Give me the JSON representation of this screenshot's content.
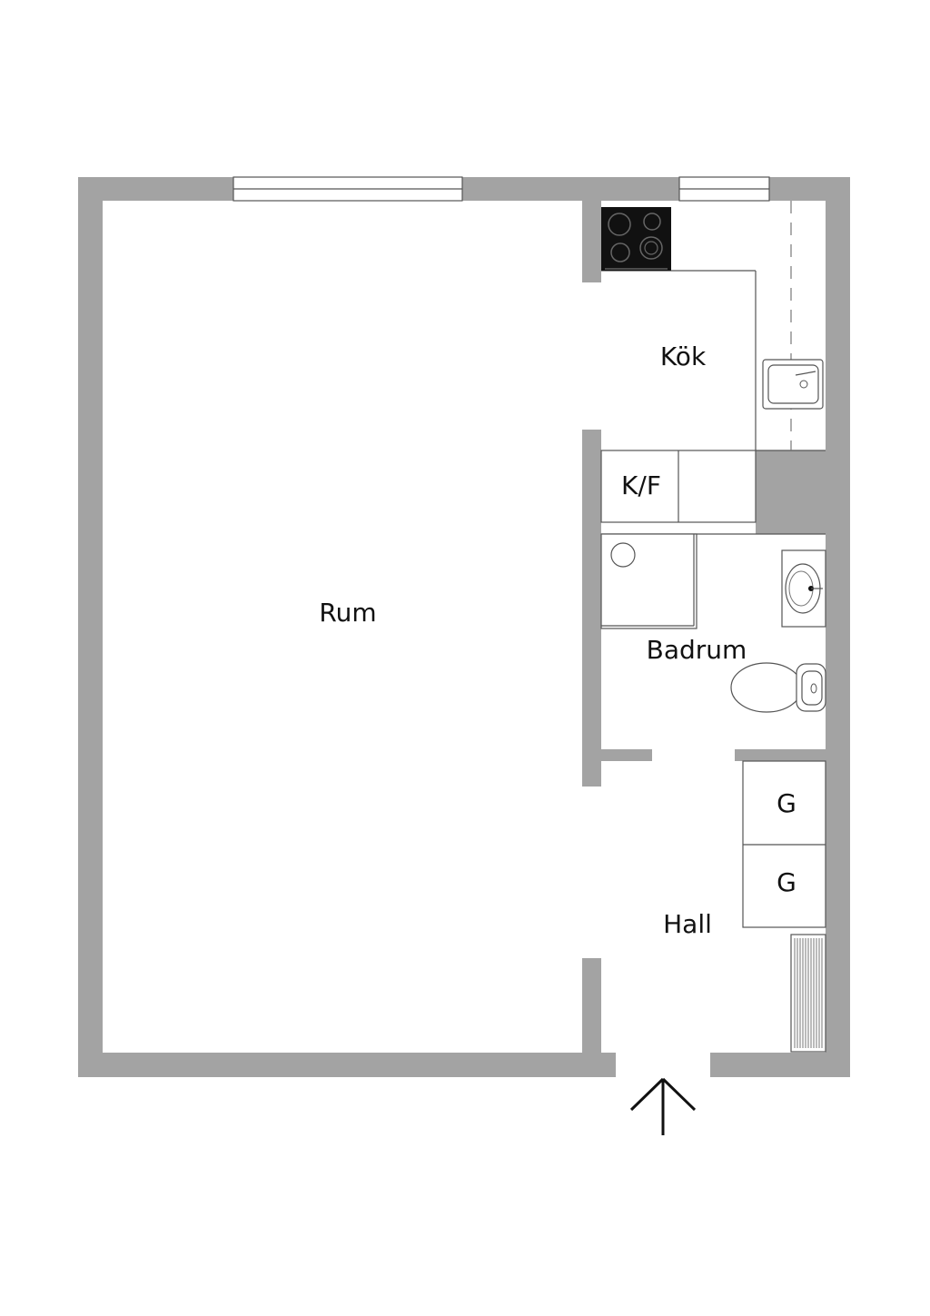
{
  "plan": {
    "rooms": {
      "living_room": "Rum",
      "kitchen": "Kök",
      "bathroom": "Badrum",
      "hall": "Hall",
      "fridge_freezer": "K/F",
      "wardrobe_1": "G",
      "wardrobe_2": "G"
    },
    "colors": {
      "wall": "#a3a3a3",
      "line": "#555555",
      "stove": "#111111"
    },
    "icons": {
      "entrance": "arrow-up-icon",
      "stove": "stove-icon",
      "sink": "kitchen-sink-icon",
      "washbasin": "washbasin-icon",
      "toilet": "toilet-icon",
      "shower": "shower-icon",
      "radiator": "radiator-icon"
    }
  }
}
